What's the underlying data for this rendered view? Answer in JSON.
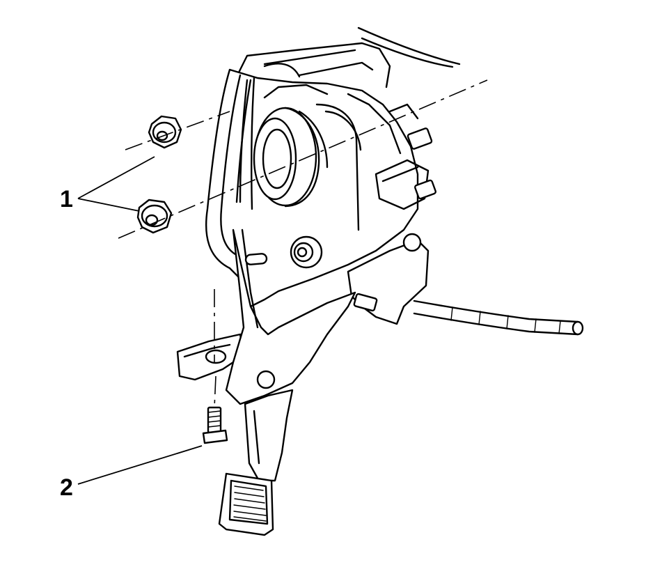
{
  "callouts": [
    {
      "id": "nuts",
      "label": "1"
    },
    {
      "id": "bolt",
      "label": "2"
    }
  ]
}
